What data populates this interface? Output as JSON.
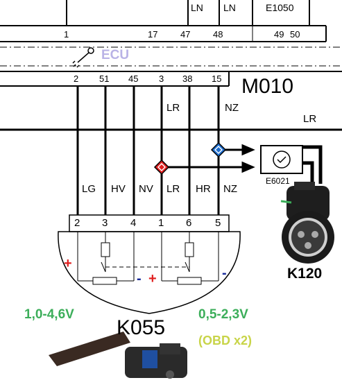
{
  "top_wire_labels": [
    "LN",
    "LN"
  ],
  "connector_e1050": "E1050",
  "top_pins": [
    "1",
    "17",
    "47",
    "48",
    "49",
    "50"
  ],
  "ecu_label": "ECU",
  "m010_pins": [
    "2",
    "51",
    "45",
    "3",
    "38",
    "15"
  ],
  "m010_label": "M010",
  "lr_label_upper": "LR",
  "nz_label_upper": "NZ",
  "lr_bus_label": "LR",
  "e6021_label": "E6021",
  "wire_codes": [
    "LG",
    "HV",
    "NV",
    "LR",
    "HR",
    "NZ"
  ],
  "k055_pins": [
    "2",
    "3",
    "4",
    "1",
    "6",
    "5"
  ],
  "plus_sign": "+",
  "minus_sign": "-",
  "k120_label": "K120",
  "k055_label": "K055",
  "voltage_left": "1,0-4,6V",
  "voltage_right": "0,5-2,3V",
  "obd_note": "(OBD x2)",
  "colors": {
    "voltage": "#3cae5a",
    "obd": "#c8d448",
    "plus": "#e02020",
    "minus": "#1a2c9c",
    "ecu": "#b9b3e6"
  }
}
